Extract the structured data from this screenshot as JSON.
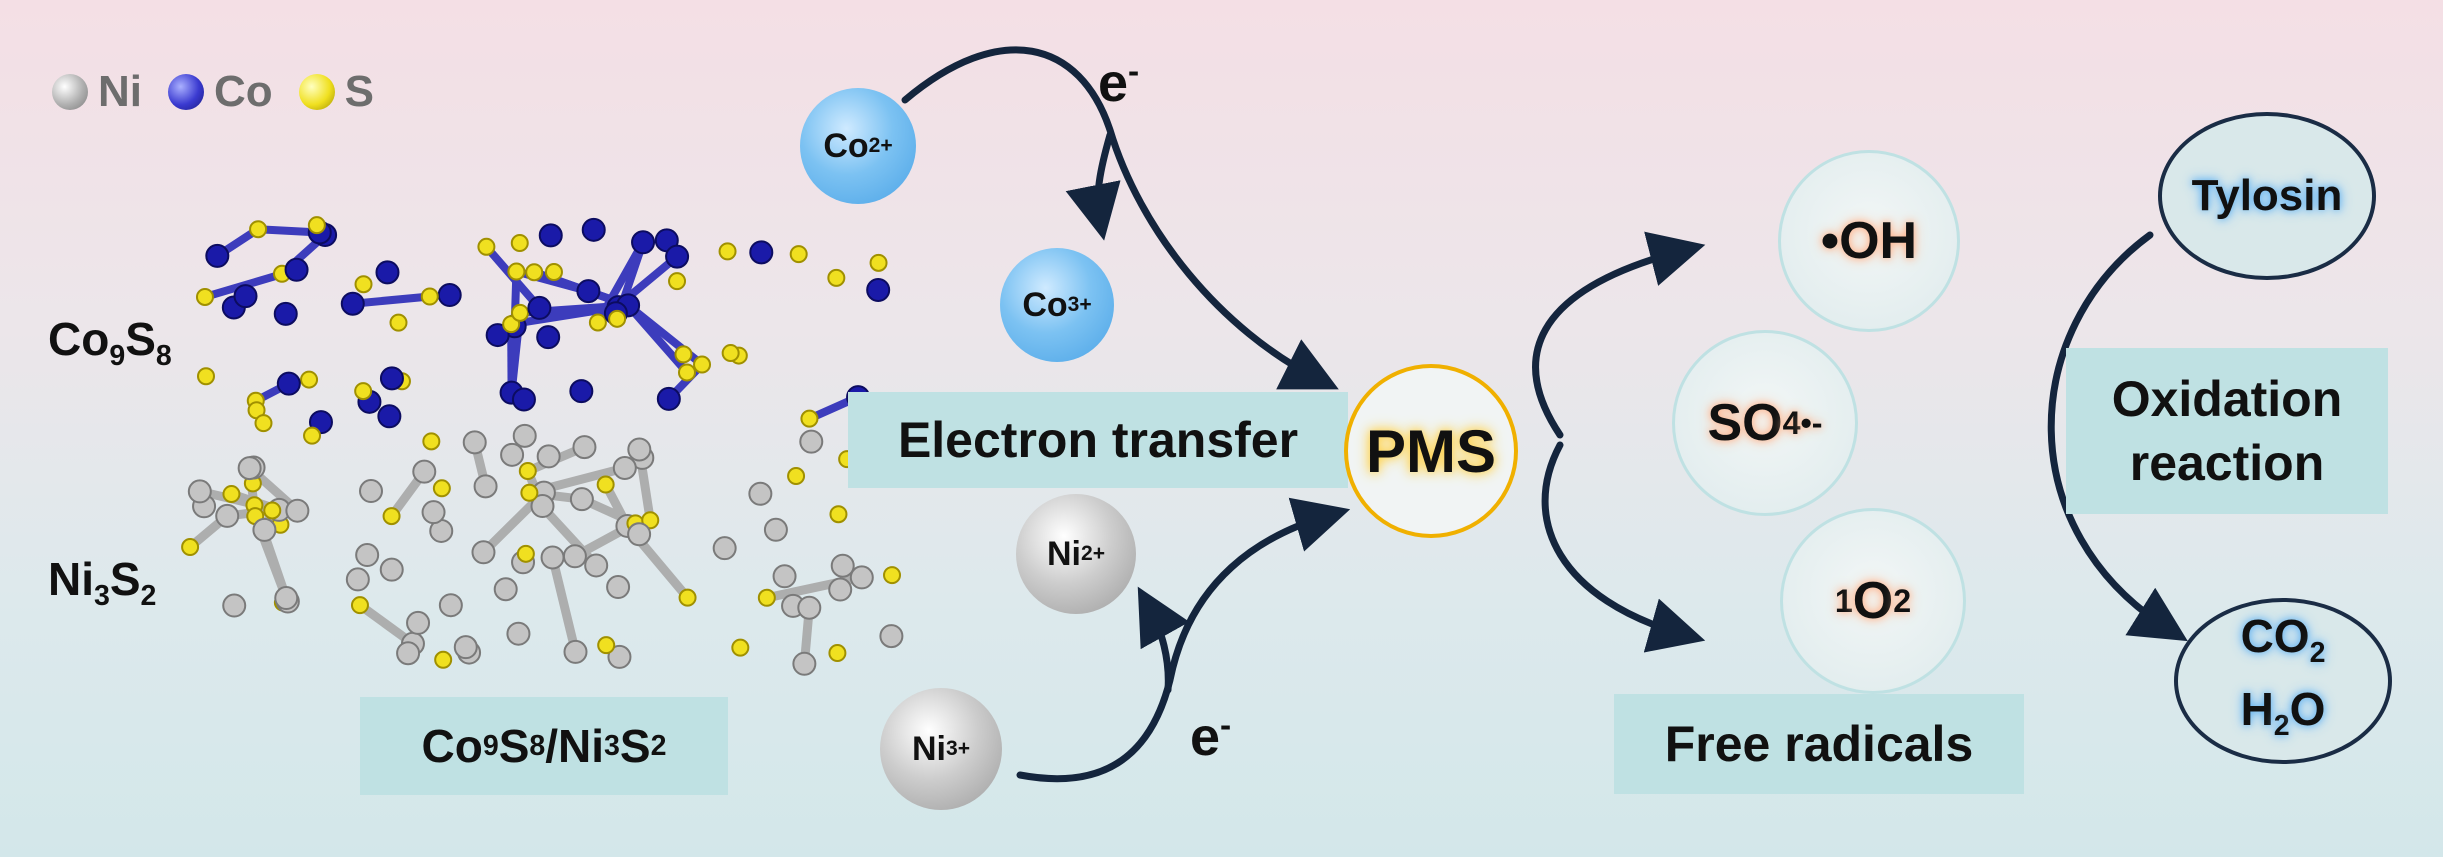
{
  "legend": [
    {
      "label": "Ni",
      "color": "#b0b0b0"
    },
    {
      "label": "Co",
      "color": "#3a3ad0"
    },
    {
      "label": "S",
      "color": "#f0e020"
    }
  ],
  "layers": {
    "top": {
      "main": "Co",
      "sub1": "9",
      "mid": "S",
      "sub2": "8"
    },
    "bottom": {
      "main": "Ni",
      "sub1": "3",
      "mid": "S",
      "sub2": "2"
    }
  },
  "composite_label": {
    "a": "Co",
    "a_sub": "9",
    "b": "S",
    "b_sub": "8",
    "sep": "/Ni",
    "c_sub": "3",
    "d": "S",
    "d_sub": "2"
  },
  "ions": {
    "co2": {
      "base": "Co",
      "charge": "2+"
    },
    "co3": {
      "base": "Co",
      "charge": "3+"
    },
    "ni2": {
      "base": "Ni",
      "charge": "2+"
    },
    "ni3": {
      "base": "Ni",
      "charge": "3+"
    }
  },
  "electron": {
    "base": "e",
    "charge": "-"
  },
  "electron_transfer_label": "Electron transfer",
  "pms_label": "PMS",
  "radicals": {
    "oh": "•OH",
    "so4": {
      "base": "SO",
      "sub": "4",
      "sup": "•-"
    },
    "o2": {
      "pre": "1",
      "base": "O",
      "sub": "2"
    }
  },
  "free_radicals_label": "Free radicals",
  "tylosin_label": "Tylosin",
  "oxidation_label": {
    "line1": "Oxidation",
    "line2": "reaction"
  },
  "products": {
    "co2": {
      "base": "CO",
      "sub": "2"
    },
    "h2o": {
      "a": "H",
      "sub": "2",
      "b": "O"
    }
  },
  "colors": {
    "arrow": "#14253d",
    "teal_box": "#bfe1e3",
    "pms_ring": "#f0b000"
  }
}
